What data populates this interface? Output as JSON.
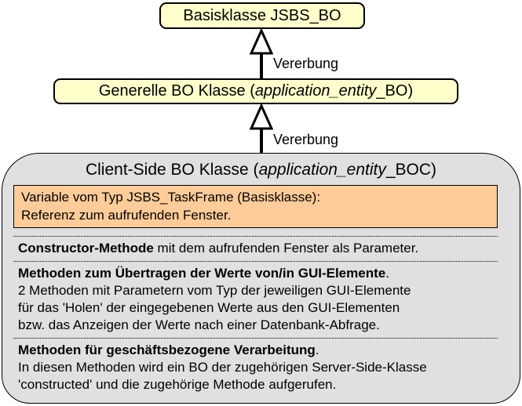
{
  "colors": {
    "class_box_fill": "#ffffcc",
    "client_box_fill": "#e0e0e0",
    "variable_box_fill": "#ffcc99",
    "border": "#000000",
    "text": "#000000"
  },
  "diagram": {
    "top_box": {
      "label": "Basisklasse JSBS_BO"
    },
    "inheritance_labels": [
      "Vererbung",
      "Vererbung"
    ],
    "middle_box": {
      "prefix": "Generelle BO Klasse (",
      "italic": "application_entity",
      "suffix": "_BO)"
    },
    "client_box": {
      "title": {
        "prefix": "Client-Side BO Klasse (",
        "italic": "application_entity",
        "suffix": "_BOC)"
      },
      "variable_box": {
        "lines": [
          "Variable vom Typ JSBS_TaskFrame (Basisklasse):",
          "Referenz zum aufrufenden Fenster."
        ]
      },
      "sections": [
        {
          "bold": "Constructor-Methode",
          "rest": " mit dem aufrufenden Fenster als Parameter."
        },
        {
          "bold": "Methoden zum Übertragen der Werte von/in GUI-Elemente",
          "rest": ".",
          "lines": [
            "2 Methoden mit Parametern vom Typ der jeweiligen GUI-Elemente",
            "für das 'Holen' der eingegebenen Werte aus den GUI-Elementen",
            "bzw. das Anzeigen der Werte nach einer Datenbank-Abfrage."
          ]
        },
        {
          "bold": "Methoden für geschäftsbezogene Verarbeitung",
          "rest": ".",
          "lines": [
            "In diesen Methoden wird ein BO der zugehörigen Server-Side-Klasse",
            "'constructed' und die zugehörige Methode aufgerufen."
          ]
        }
      ]
    }
  }
}
